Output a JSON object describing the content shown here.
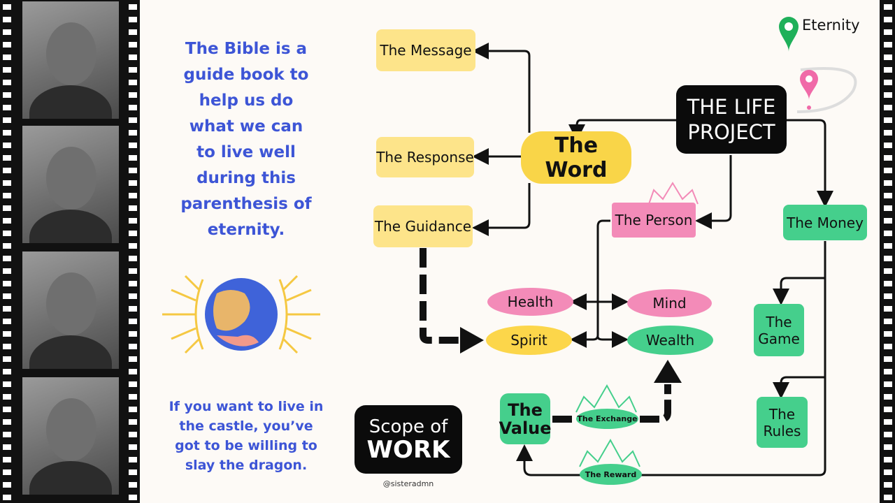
{
  "intro_text": [
    "The Bible is a",
    "guide book to",
    "help us do",
    "what we can",
    "to live well",
    "during this",
    "parenthesis of",
    "eternity."
  ],
  "quote": [
    "If you want to live in",
    "the castle, you’ve",
    "got to be willing to",
    "slay the dragon."
  ],
  "nodes": {
    "message": "The Message",
    "response": "The Response",
    "guidance": "The Guidance",
    "word": "The Word",
    "life_project": [
      "THE LIFE",
      "PROJECT"
    ],
    "person": "The Person",
    "money": "The Money",
    "health": "Health",
    "mind": "Mind",
    "spirit": "Spirit",
    "wealth": "Wealth",
    "game": [
      "The",
      "Game"
    ],
    "rules": [
      "The",
      "Rules"
    ],
    "value": [
      "The",
      "Value"
    ],
    "exchange": "The Exchange",
    "reward": "The Reward"
  },
  "eternity": "Eternity",
  "scope": [
    "Scope of",
    "WORK"
  ],
  "handle": "@sisteradmn",
  "colors": {
    "blue": "#3d55d6",
    "yellow": "#fde48a",
    "gold": "#f9d548",
    "pink": "#f38bb8",
    "green": "#45cf8c",
    "black": "#0b0b0b"
  }
}
